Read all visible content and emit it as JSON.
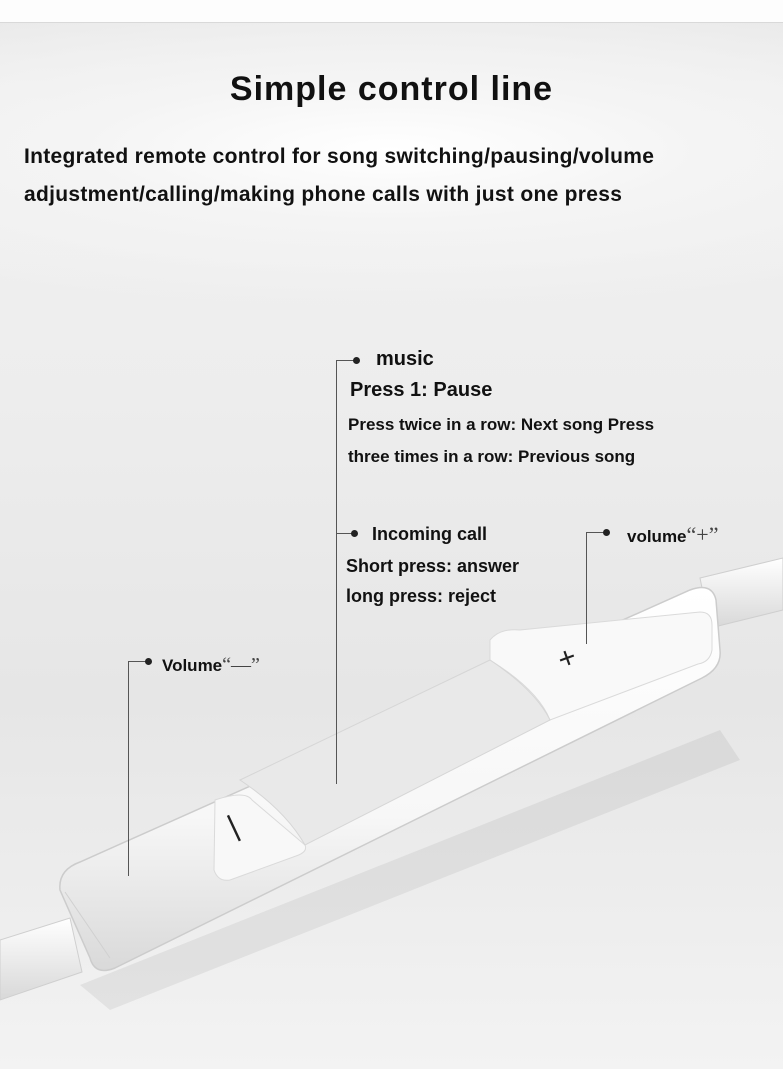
{
  "heading": {
    "title": "Simple control line",
    "subtitle_line1": "Integrated remote control for song switching/pausing/volume",
    "subtitle_line2": "adjustment/calling/making phone calls with just one press"
  },
  "music": {
    "label": "music",
    "press1": "Press 1: Pause",
    "desc_line1": "Press twice in a row: Next song Press",
    "desc_line2": "three times in a row: Previous song"
  },
  "call": {
    "label": "Incoming call",
    "short": "Short press: answer",
    "long": "long press: reject"
  },
  "volume_up": {
    "label": "volume",
    "symbol": "“+”"
  },
  "volume_down": {
    "label": "Volume",
    "symbol": "“—”"
  },
  "button_marks": {
    "plus": "+",
    "minus": "|"
  },
  "colors": {
    "background": "#ececec",
    "device": "#ffffff",
    "text": "#111111",
    "leader": "#555555"
  }
}
